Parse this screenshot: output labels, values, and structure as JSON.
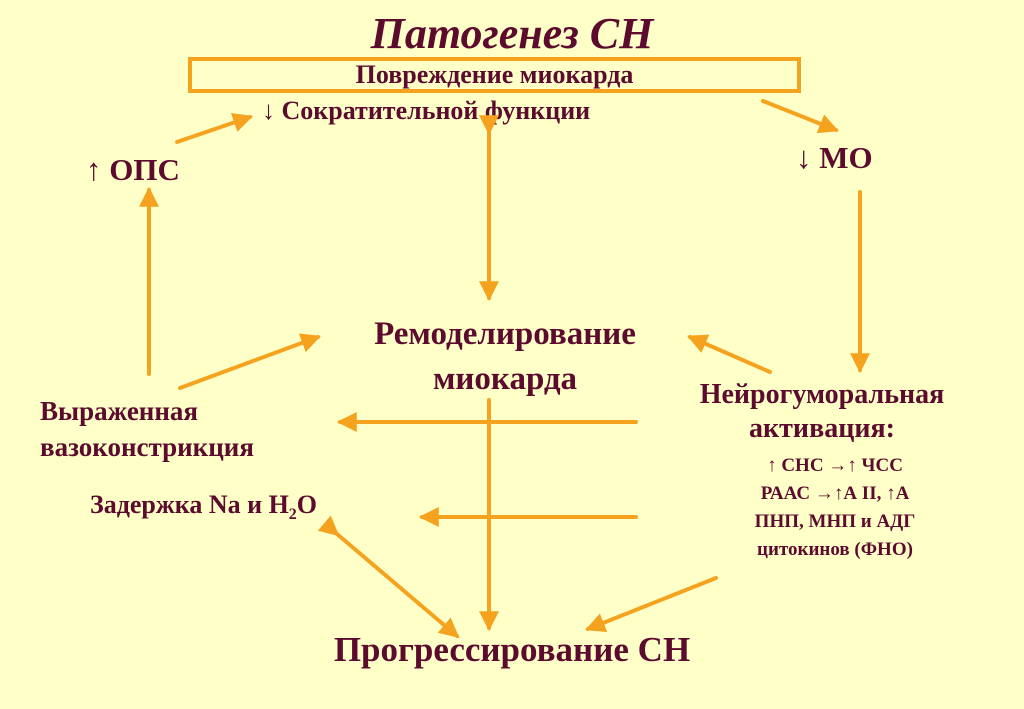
{
  "title": "Патогенез СН",
  "top_box": {
    "line1": "Повреждение миокарда",
    "line2": "↓ Сократительной функции"
  },
  "ops": "↑ ОПС",
  "mo": "↓ МО",
  "remodeling": {
    "line1": "Ремоделирование",
    "line2": "миокарда"
  },
  "vasoconstriction": {
    "line1": "Выраженная",
    "line2": "вазоконстрикция"
  },
  "sodium_retention": {
    "text": "Задержка Na и H",
    "subscript": "2",
    "suffix": "O"
  },
  "neurohumoral": {
    "line1": "Нейрогуморальная",
    "line2": "активация:",
    "items": [
      "↑ СНС →↑ ЧСС",
      "РААС →↑А II, ↑А",
      "ПНП, МНП и АДГ",
      "цитокинов (ФНО)"
    ]
  },
  "progression": "Прогрессирование СН",
  "colors": {
    "background": "#FFFFC8",
    "text": "#5C0A2E",
    "arrow": "#F5A31F"
  }
}
